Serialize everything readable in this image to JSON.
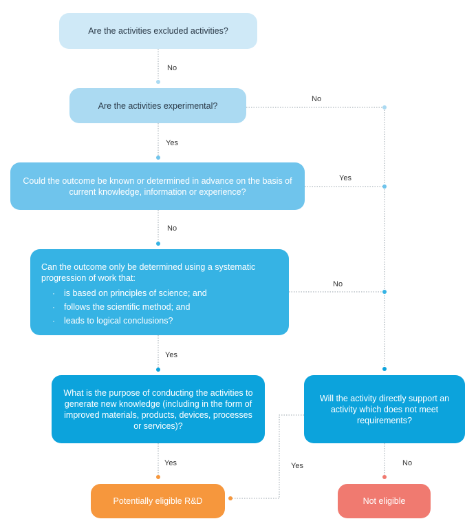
{
  "boxes": {
    "excluded": "Are the activities excluded activities?",
    "experimental": "Are the activities experimental?",
    "known_in_advance": "Could the outcome be known or determined in advance on the basis of current knowledge, information or experience?",
    "systematic": {
      "intro": "Can the outcome only be determined using a systematic progression of work that:",
      "bullets": [
        "is based on principles of science; and",
        "follows the scientific method; and",
        "leads to logical conclusions?"
      ]
    },
    "purpose": "What is the purpose of conducting the activities to generate new knowledge (including in the form of improved materials, products, devices, processes or services)?",
    "support": "Will the activity directly support an activity which does not meet requirements?",
    "eligible": "Potentially eligible R&D",
    "not_eligible": "Not eligible"
  },
  "labels": {
    "excluded_no": "No",
    "experimental_yes": "Yes",
    "experimental_no": "No",
    "known_no": "No",
    "known_yes": "Yes",
    "systematic_yes": "Yes",
    "systematic_no": "No",
    "purpose_yes": "Yes",
    "support_yes": "Yes",
    "support_no": "No"
  },
  "colors": {
    "box1": "#cfe9f7",
    "box2": "#abdaf2",
    "box3": "#6fc4ec",
    "box4": "#36b3e4",
    "box5": "#0ca3dc",
    "eligible": "#f6973d",
    "not_eligible": "#f07a70",
    "connector": "#9aa5ad"
  }
}
